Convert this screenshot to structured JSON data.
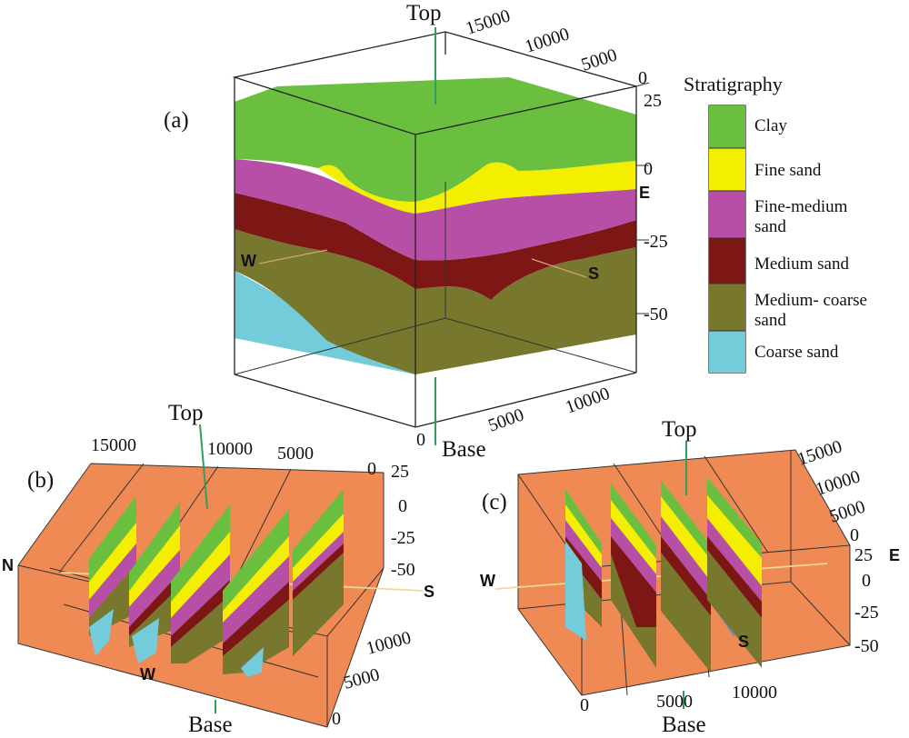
{
  "colors": {
    "clay": "#6abf3f",
    "fine_sand": "#f4ee00",
    "fine_medium_sand": "#b84fa6",
    "medium_sand": "#7c1716",
    "medium_coarse_sand": "#77782e",
    "coarse_sand": "#74cbd9",
    "box_face": "#f08a54",
    "axis_line": "#2f9e5f",
    "section_line": "#f0d79a"
  },
  "legend": {
    "title": "Stratigraphy",
    "items": [
      {
        "label": "Clay",
        "color_key": "clay"
      },
      {
        "label": "Fine sand",
        "color_key": "fine_sand"
      },
      {
        "label": "Fine-medium sand",
        "line1": "Fine-medium",
        "line2": "sand",
        "color_key": "fine_medium_sand"
      },
      {
        "label": "Medium sand",
        "color_key": "medium_sand"
      },
      {
        "label": "Medium- coarse sand",
        "line1": "Medium- coarse",
        "line2": "sand",
        "color_key": "medium_coarse_sand"
      },
      {
        "label": "Coarse sand",
        "color_key": "coarse_sand"
      }
    ]
  },
  "panel_a": {
    "label": "(a)",
    "top_label": "Top",
    "base_label": "Base",
    "depth_ticks": [
      "25",
      "0",
      "-25",
      "-50"
    ],
    "top_axis_ticks": [
      "15000",
      "10000",
      "5000",
      "0"
    ],
    "bottom_axis_ticks": [
      "10000",
      "5000",
      "0"
    ],
    "directions": {
      "e": "E",
      "w": "W",
      "s": "S"
    }
  },
  "panel_b": {
    "label": "(b)",
    "top_label": "Top",
    "base_label": "Base",
    "top_axis_ticks": [
      "15000",
      "10000",
      "5000",
      "0"
    ],
    "depth_ticks": [
      "25",
      "0",
      "-25",
      "-50"
    ],
    "side_axis_ticks": [
      "10000",
      "5000",
      "0"
    ],
    "directions": {
      "n": "N",
      "s": "S",
      "w": "W"
    }
  },
  "panel_c": {
    "label": "(c)",
    "top_label": "Top",
    "base_label": "Base",
    "right_axis_ticks": [
      "15000",
      "10000",
      "5000",
      "0"
    ],
    "depth_ticks": [
      "25",
      "0",
      "-25",
      "-50"
    ],
    "bottom_axis_ticks": [
      "0",
      "5000",
      "10000"
    ],
    "directions": {
      "w": "W",
      "e": "E",
      "s": "S"
    }
  }
}
